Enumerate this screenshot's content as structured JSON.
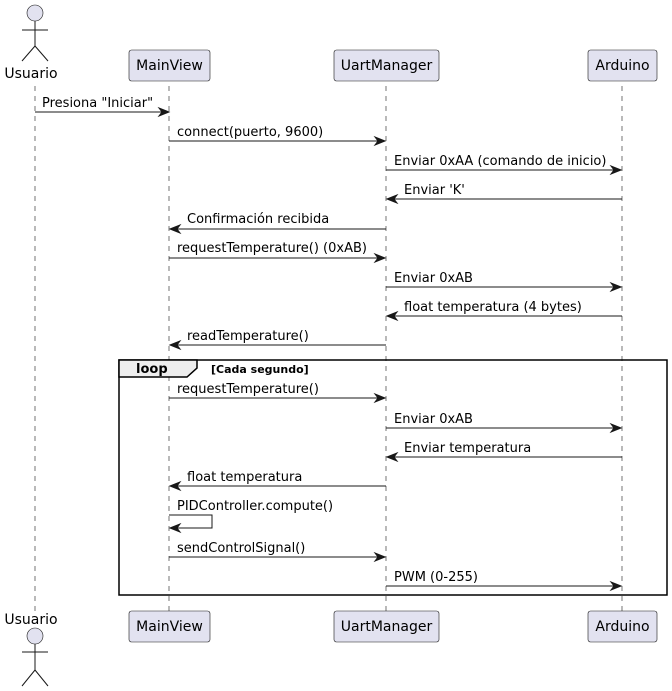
{
  "participants": {
    "usuario": "Usuario",
    "mainview": "MainView",
    "uartmanager": "UartManager",
    "arduino": "Arduino"
  },
  "messages": [
    "Presiona \"Iniciar\"",
    "connect(puerto, 9600)",
    "Enviar 0xAA (comando de inicio)",
    "Enviar 'K'",
    "Confirmación recibida",
    "requestTemperature() (0xAB)",
    "Enviar 0xAB",
    "float temperatura (4 bytes)",
    "readTemperature()",
    "requestTemperature()",
    "Enviar 0xAB",
    "Enviar temperatura",
    "float temperatura",
    "PIDController.compute()",
    "sendControlSignal()",
    "PWM (0-255)"
  ],
  "loop": {
    "keyword": "loop",
    "guard": "[Cada segundo]"
  },
  "colors": {
    "participant_fill": "#E2E2F0",
    "line": "#181818"
  }
}
